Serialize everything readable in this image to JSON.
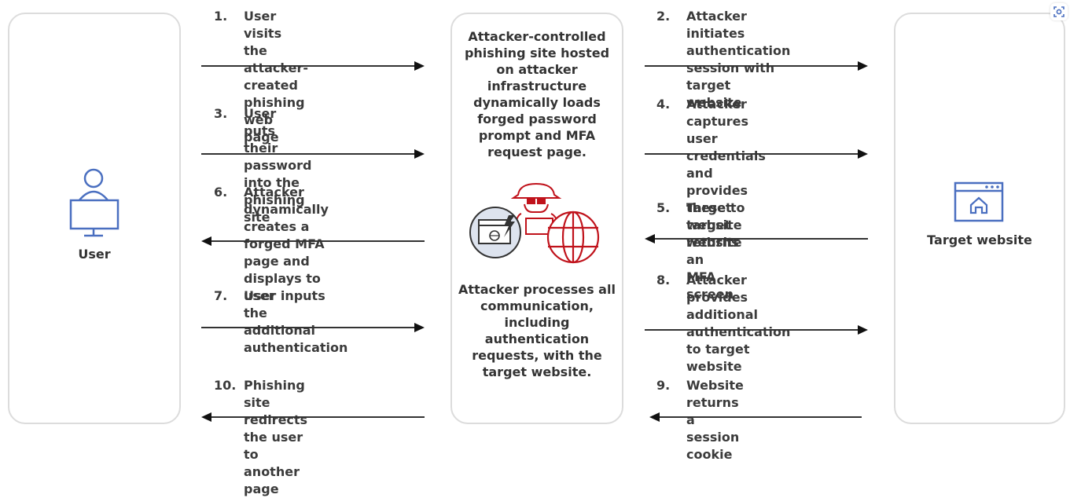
{
  "colors": {
    "actor_icon_blue": "#4a6fc0",
    "attacker_red": "#c0121b",
    "arrow": "#111111",
    "panel_border": "#dcdcdc",
    "text": "#3b3b3b"
  },
  "actors": {
    "user": {
      "label": "User",
      "icon": "user-at-computer-icon"
    },
    "attacker": {
      "top_text": "Attacker-controlled phishing site hosted on attacker infrastructure dynamically loads forged password prompt and MFA request page.",
      "bottom_text": "Attacker processes all communication, including authentication requests, with the target website.",
      "icons": [
        "hacker-icon",
        "phishing-browser-icon",
        "globe-icon"
      ]
    },
    "target": {
      "label": "Target website",
      "icon": "website-home-icon"
    }
  },
  "steps_left": [
    {
      "num": "1.",
      "text": "User visits the attacker-\ncreated phishing web\npage",
      "direction": "right"
    },
    {
      "num": "3.",
      "text": "User puts their password\ninto the phishing site",
      "direction": "right"
    },
    {
      "num": "6.",
      "text": "Attacker dynamically\ncreates a forged MFA\npage and displays to user",
      "direction": "left"
    },
    {
      "num": "7.",
      "text": "User inputs the\nadditional authentication",
      "direction": "right"
    },
    {
      "num": "10.",
      "text": "Phishing site redirects\nthe user to another page",
      "direction": "left"
    }
  ],
  "steps_right": [
    {
      "num": "2.",
      "text": "Attacker initiates\nauthentication session with\ntarget website",
      "direction": "right"
    },
    {
      "num": "4.",
      "text": "Attacker captures user\ncredentials and provides\nthese to target website",
      "direction": "right"
    },
    {
      "num": "5.",
      "text": "Target website returns an\nMFA screen",
      "direction": "left"
    },
    {
      "num": "8.",
      "text": "Attacker provides\nadditional authentication\nto target website",
      "direction": "right"
    },
    {
      "num": "9.",
      "text": "Website returns a session\ncookie",
      "direction": "left"
    }
  ],
  "overlay": {
    "lens_icon": "visual-search-icon"
  }
}
